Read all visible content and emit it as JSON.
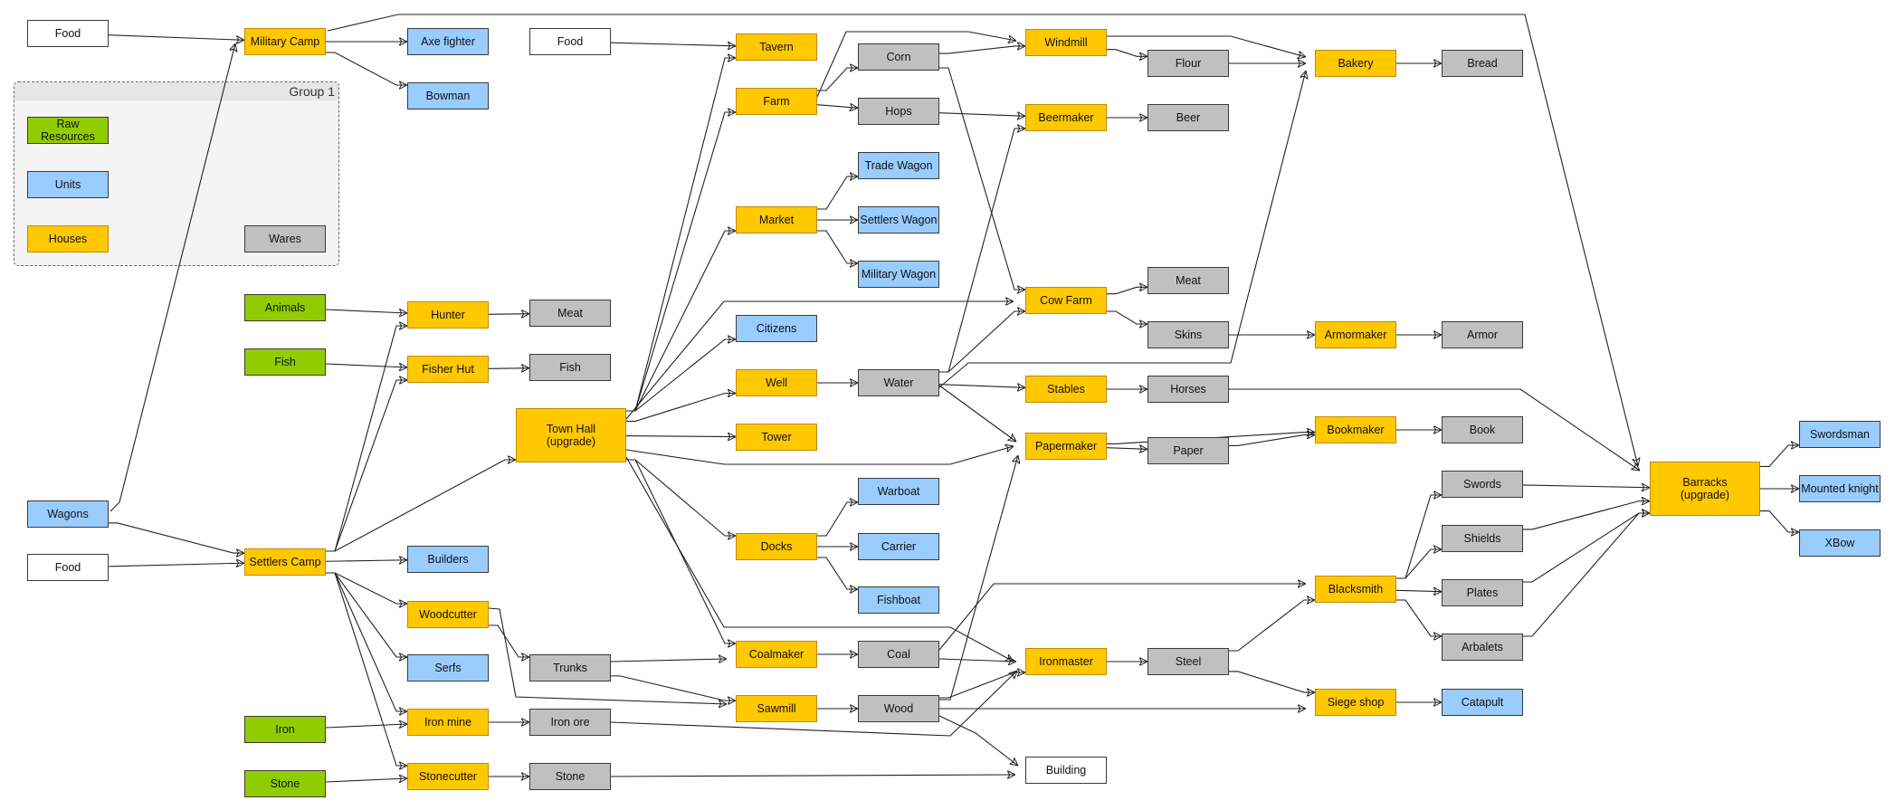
{
  "diagram": {
    "group": {
      "label": "Group 1"
    },
    "colors": {
      "house": "#ffc800",
      "unit": "#99ccff",
      "raw": "#91cc00",
      "ware": "#c0c0c0",
      "plain": "#ffffff"
    },
    "nodes": [
      {
        "id": "legend-raw",
        "label": "Raw Resources",
        "kind": "raw"
      },
      {
        "id": "legend-units",
        "label": "Units",
        "kind": "unit"
      },
      {
        "id": "legend-houses",
        "label": "Houses",
        "kind": "house"
      },
      {
        "id": "legend-wares",
        "label": "Wares",
        "kind": "ware"
      },
      {
        "id": "food1",
        "label": "Food",
        "kind": "plain"
      },
      {
        "id": "military-camp",
        "label": "Military Camp",
        "kind": "house"
      },
      {
        "id": "axe-fighter",
        "label": "Axe fighter",
        "kind": "unit"
      },
      {
        "id": "bowman",
        "label": "Bowman",
        "kind": "unit"
      },
      {
        "id": "food2",
        "label": "Food",
        "kind": "plain"
      },
      {
        "id": "animals",
        "label": "Animals",
        "kind": "raw"
      },
      {
        "id": "hunter",
        "label": "Hunter",
        "kind": "house"
      },
      {
        "id": "meat1",
        "label": "Meat",
        "kind": "ware"
      },
      {
        "id": "fish-raw",
        "label": "Fish",
        "kind": "raw"
      },
      {
        "id": "fisher-hut",
        "label": "Fisher Hut",
        "kind": "house"
      },
      {
        "id": "fish-ware",
        "label": "Fish",
        "kind": "ware"
      },
      {
        "id": "town-hall",
        "label": "Town Hall\n(upgrade)",
        "kind": "house"
      },
      {
        "id": "wagons",
        "label": "Wagons",
        "kind": "unit"
      },
      {
        "id": "food3",
        "label": "Food",
        "kind": "plain"
      },
      {
        "id": "settlers-camp",
        "label": "Settlers Camp",
        "kind": "house"
      },
      {
        "id": "builders",
        "label": "Builders",
        "kind": "unit"
      },
      {
        "id": "woodcutter",
        "label": "Woodcutter",
        "kind": "house"
      },
      {
        "id": "serfs",
        "label": "Serfs",
        "kind": "unit"
      },
      {
        "id": "iron-raw",
        "label": "Iron",
        "kind": "raw"
      },
      {
        "id": "iron-mine",
        "label": "Iron mine",
        "kind": "house"
      },
      {
        "id": "iron-ore",
        "label": "Iron ore",
        "kind": "ware"
      },
      {
        "id": "stone-raw",
        "label": "Stone",
        "kind": "raw"
      },
      {
        "id": "stonecutter",
        "label": "Stonecutter",
        "kind": "house"
      },
      {
        "id": "stone-ware",
        "label": "Stone",
        "kind": "ware"
      },
      {
        "id": "trunks",
        "label": "Trunks",
        "kind": "ware"
      },
      {
        "id": "tavern",
        "label": "Tavern",
        "kind": "house"
      },
      {
        "id": "farm",
        "label": "Farm",
        "kind": "house"
      },
      {
        "id": "market",
        "label": "Market",
        "kind": "house"
      },
      {
        "id": "citizens",
        "label": "Citizens",
        "kind": "unit"
      },
      {
        "id": "well",
        "label": "Well",
        "kind": "house"
      },
      {
        "id": "tower",
        "label": "Tower",
        "kind": "house"
      },
      {
        "id": "docks",
        "label": "Docks",
        "kind": "house"
      },
      {
        "id": "coalmaker",
        "label": "Coalmaker",
        "kind": "house"
      },
      {
        "id": "sawmill",
        "label": "Sawmill",
        "kind": "house"
      },
      {
        "id": "corn",
        "label": "Corn",
        "kind": "ware"
      },
      {
        "id": "hops",
        "label": "Hops",
        "kind": "ware"
      },
      {
        "id": "trade-wagon",
        "label": "Trade Wagon",
        "kind": "unit"
      },
      {
        "id": "settlers-wagon",
        "label": "Settlers Wagon",
        "kind": "unit"
      },
      {
        "id": "military-wagon",
        "label": "Military Wagon",
        "kind": "unit"
      },
      {
        "id": "water",
        "label": "Water",
        "kind": "ware"
      },
      {
        "id": "warboat",
        "label": "Warboat",
        "kind": "unit"
      },
      {
        "id": "carrier",
        "label": "Carrier",
        "kind": "unit"
      },
      {
        "id": "fishboat",
        "label": "Fishboat",
        "kind": "unit"
      },
      {
        "id": "coal",
        "label": "Coal",
        "kind": "ware"
      },
      {
        "id": "wood",
        "label": "Wood",
        "kind": "ware"
      },
      {
        "id": "windmill",
        "label": "Windmill",
        "kind": "house"
      },
      {
        "id": "beermaker",
        "label": "Beermaker",
        "kind": "house"
      },
      {
        "id": "cow-farm",
        "label": "Cow Farm",
        "kind": "house"
      },
      {
        "id": "stables",
        "label": "Stables",
        "kind": "house"
      },
      {
        "id": "papermaker",
        "label": "Papermaker",
        "kind": "house"
      },
      {
        "id": "ironmaster",
        "label": "Ironmaster",
        "kind": "house"
      },
      {
        "id": "building",
        "label": "Building",
        "kind": "plain"
      },
      {
        "id": "flour",
        "label": "Flour",
        "kind": "ware"
      },
      {
        "id": "beer",
        "label": "Beer",
        "kind": "ware"
      },
      {
        "id": "meat2",
        "label": "Meat",
        "kind": "ware"
      },
      {
        "id": "skins",
        "label": "Skins",
        "kind": "ware"
      },
      {
        "id": "horses",
        "label": "Horses",
        "kind": "ware"
      },
      {
        "id": "paper",
        "label": "Paper",
        "kind": "ware"
      },
      {
        "id": "steel",
        "label": "Steel",
        "kind": "ware"
      },
      {
        "id": "bakery",
        "label": "Bakery",
        "kind": "house"
      },
      {
        "id": "armormaker",
        "label": "Armormaker",
        "kind": "house"
      },
      {
        "id": "bookmaker",
        "label": "Bookmaker",
        "kind": "house"
      },
      {
        "id": "blacksmith",
        "label": "Blacksmith",
        "kind": "house"
      },
      {
        "id": "siege-shop",
        "label": "Siege shop",
        "kind": "house"
      },
      {
        "id": "bread",
        "label": "Bread",
        "kind": "ware"
      },
      {
        "id": "armor",
        "label": "Armor",
        "kind": "ware"
      },
      {
        "id": "book",
        "label": "Book",
        "kind": "ware"
      },
      {
        "id": "swords",
        "label": "Swords",
        "kind": "ware"
      },
      {
        "id": "shields",
        "label": "Shields",
        "kind": "ware"
      },
      {
        "id": "plates",
        "label": "Plates",
        "kind": "ware"
      },
      {
        "id": "arbalets",
        "label": "Arbalets",
        "kind": "ware"
      },
      {
        "id": "catapult",
        "label": "Catapult",
        "kind": "unit"
      },
      {
        "id": "barracks",
        "label": "Barracks\n(upgrade)",
        "kind": "house"
      },
      {
        "id": "swordsman",
        "label": "Swordsman",
        "kind": "unit"
      },
      {
        "id": "mounted-knight",
        "label": "Mounted knight",
        "kind": "unit"
      },
      {
        "id": "xbow",
        "label": "XBow",
        "kind": "unit"
      }
    ],
    "edges": [
      [
        "food1",
        "military-camp"
      ],
      [
        "military-camp",
        "axe-fighter"
      ],
      [
        "military-camp",
        "bowman"
      ],
      [
        "military-camp",
        "barracks"
      ],
      [
        "wagons",
        "military-camp"
      ],
      [
        "wagons",
        "settlers-camp"
      ],
      [
        "food3",
        "settlers-camp"
      ],
      [
        "food2",
        "tavern"
      ],
      [
        "animals",
        "hunter"
      ],
      [
        "hunter",
        "meat1"
      ],
      [
        "fish-raw",
        "fisher-hut"
      ],
      [
        "fisher-hut",
        "fish-ware"
      ],
      [
        "settlers-camp",
        "hunter"
      ],
      [
        "settlers-camp",
        "fisher-hut"
      ],
      [
        "settlers-camp",
        "town-hall"
      ],
      [
        "settlers-camp",
        "builders"
      ],
      [
        "settlers-camp",
        "woodcutter"
      ],
      [
        "settlers-camp",
        "serfs"
      ],
      [
        "settlers-camp",
        "iron-mine"
      ],
      [
        "settlers-camp",
        "stonecutter"
      ],
      [
        "iron-raw",
        "iron-mine"
      ],
      [
        "iron-mine",
        "iron-ore"
      ],
      [
        "stone-raw",
        "stonecutter"
      ],
      [
        "stonecutter",
        "stone-ware"
      ],
      [
        "stone-ware",
        "building"
      ],
      [
        "woodcutter",
        "trunks"
      ],
      [
        "woodcutter",
        "sawmill"
      ],
      [
        "trunks",
        "coalmaker"
      ],
      [
        "trunks",
        "sawmill"
      ],
      [
        "iron-ore",
        "ironmaster"
      ],
      [
        "town-hall",
        "tavern"
      ],
      [
        "town-hall",
        "farm"
      ],
      [
        "town-hall",
        "market"
      ],
      [
        "town-hall",
        "citizens"
      ],
      [
        "town-hall",
        "well"
      ],
      [
        "town-hall",
        "tower"
      ],
      [
        "town-hall",
        "docks"
      ],
      [
        "town-hall",
        "coalmaker"
      ],
      [
        "town-hall",
        "ironmaster"
      ],
      [
        "town-hall",
        "cow-farm"
      ],
      [
        "town-hall",
        "papermaker"
      ],
      [
        "farm",
        "corn"
      ],
      [
        "farm",
        "hops"
      ],
      [
        "farm",
        "windmill"
      ],
      [
        "market",
        "trade-wagon"
      ],
      [
        "market",
        "settlers-wagon"
      ],
      [
        "market",
        "military-wagon"
      ],
      [
        "well",
        "water"
      ],
      [
        "docks",
        "warboat"
      ],
      [
        "docks",
        "carrier"
      ],
      [
        "docks",
        "fishboat"
      ],
      [
        "coalmaker",
        "coal"
      ],
      [
        "sawmill",
        "wood"
      ],
      [
        "corn",
        "windmill"
      ],
      [
        "corn",
        "cow-farm"
      ],
      [
        "hops",
        "beermaker"
      ],
      [
        "water",
        "beermaker"
      ],
      [
        "water",
        "cow-farm"
      ],
      [
        "water",
        "stables"
      ],
      [
        "water",
        "papermaker"
      ],
      [
        "water",
        "bakery"
      ],
      [
        "coal",
        "ironmaster"
      ],
      [
        "coal",
        "blacksmith"
      ],
      [
        "wood",
        "papermaker"
      ],
      [
        "wood",
        "ironmaster"
      ],
      [
        "wood",
        "siege-shop"
      ],
      [
        "wood",
        "building"
      ],
      [
        "windmill",
        "flour"
      ],
      [
        "windmill",
        "bakery"
      ],
      [
        "flour",
        "bakery"
      ],
      [
        "bakery",
        "bread"
      ],
      [
        "beermaker",
        "beer"
      ],
      [
        "cow-farm",
        "meat2"
      ],
      [
        "cow-farm",
        "skins"
      ],
      [
        "skins",
        "armormaker"
      ],
      [
        "armormaker",
        "armor"
      ],
      [
        "stables",
        "horses"
      ],
      [
        "horses",
        "barracks"
      ],
      [
        "papermaker",
        "paper"
      ],
      [
        "papermaker",
        "bookmaker"
      ],
      [
        "paper",
        "bookmaker"
      ],
      [
        "bookmaker",
        "book"
      ],
      [
        "ironmaster",
        "steel"
      ],
      [
        "steel",
        "blacksmith"
      ],
      [
        "steel",
        "siege-shop"
      ],
      [
        "blacksmith",
        "swords"
      ],
      [
        "blacksmith",
        "shields"
      ],
      [
        "blacksmith",
        "plates"
      ],
      [
        "blacksmith",
        "arbalets"
      ],
      [
        "siege-shop",
        "catapult"
      ],
      [
        "swords",
        "barracks"
      ],
      [
        "shields",
        "barracks"
      ],
      [
        "plates",
        "barracks"
      ],
      [
        "arbalets",
        "barracks"
      ],
      [
        "barracks",
        "swordsman"
      ],
      [
        "barracks",
        "mounted-knight"
      ],
      [
        "barracks",
        "xbow"
      ]
    ]
  }
}
